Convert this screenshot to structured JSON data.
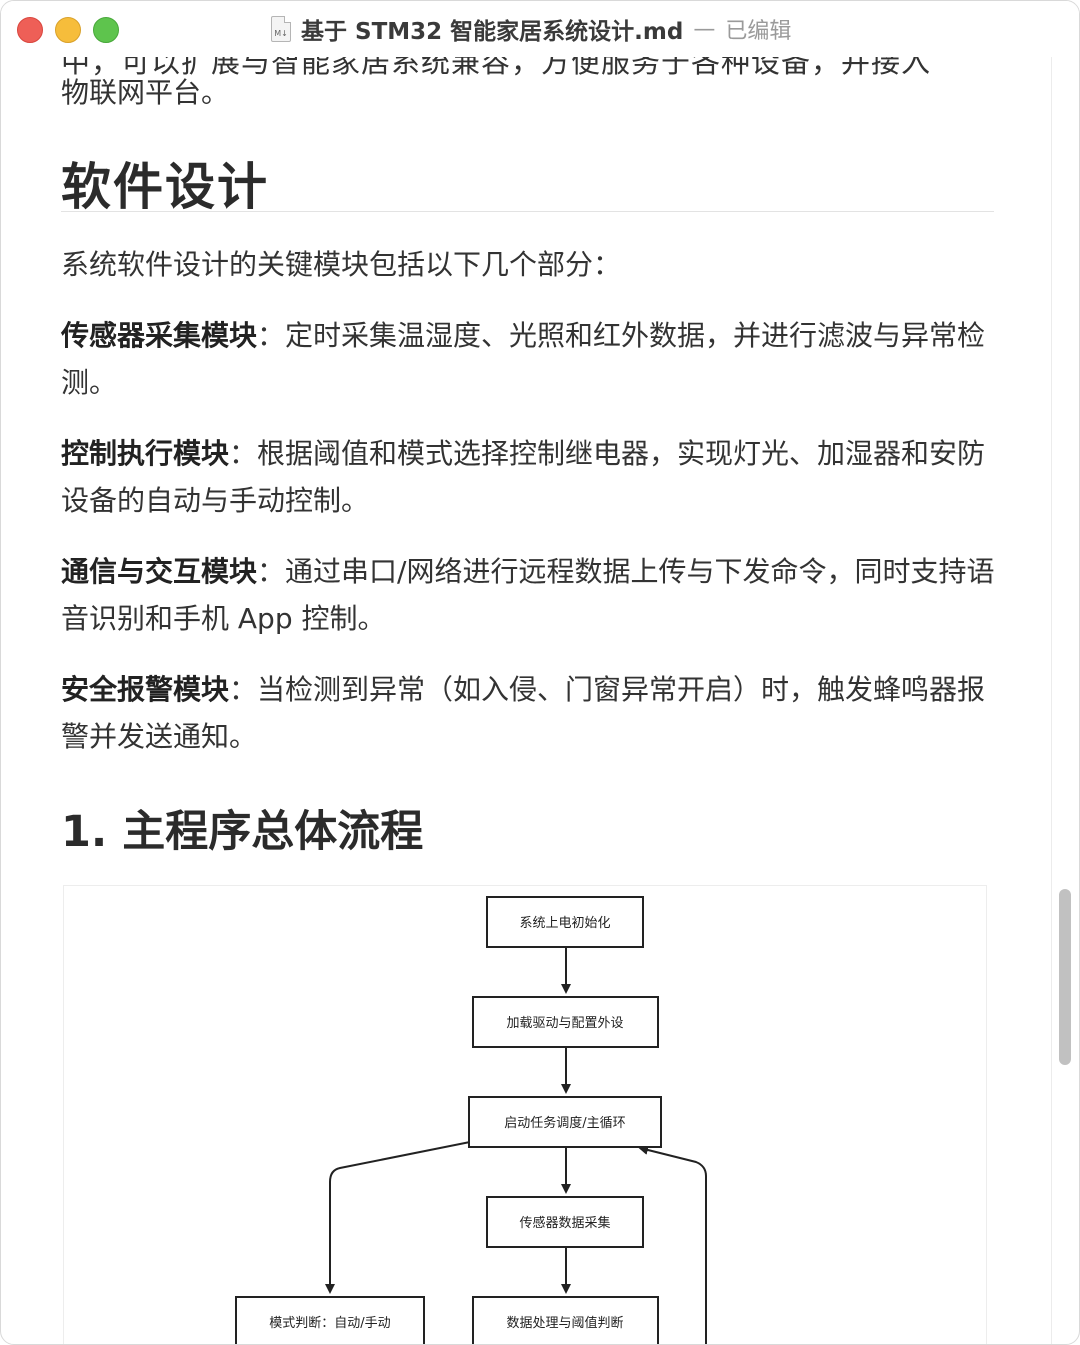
{
  "window": {
    "file_title": "基于 STM32 智能家居系统设计.md",
    "separator": "—",
    "status": "已编辑",
    "file_icon_label": "M↓"
  },
  "doc": {
    "cut_line": "中，可以扩展与智能家居系统兼容，方便服务于各种设备，并接入",
    "intro_tail": "物联网平台。",
    "heading_software": "软件设计",
    "software_intro": "系统软件设计的关键模块包括以下几个部分：",
    "modules": [
      {
        "name": "传感器采集模块",
        "colon": "：",
        "desc": "定时采集温湿度、光照和红外数据，并进行滤波与异常检测。"
      },
      {
        "name": "控制执行模块",
        "colon": "：",
        "desc": "根据阈值和模式选择控制继电器，实现灯光、加湿器和安防设备的自动与手动控制。"
      },
      {
        "name": "通信与交互模块",
        "colon": "：",
        "desc": "通过串口/网络进行远程数据上传与下发命令，同时支持语音识别和手机 App 控制。"
      },
      {
        "name": "安全报警模块",
        "colon": "：",
        "desc": "当检测到异常（如入侵、门窗异常开启）时，触发蜂鸣器报警并发送通知。"
      }
    ],
    "heading_flow": "1. 主程序总体流程"
  },
  "flowchart": {
    "nodes": [
      {
        "id": "power_on",
        "label": "系统上电初始化"
      },
      {
        "id": "load_drivers",
        "label": "加载驱动与配置外设"
      },
      {
        "id": "scheduler",
        "label": "启动任务调度/主循环"
      },
      {
        "id": "sensor_collect",
        "label": "传感器数据采集"
      },
      {
        "id": "mode_judge",
        "label": "模式判断：自动/手动"
      },
      {
        "id": "data_process",
        "label": "数据处理与阈值判断"
      }
    ]
  },
  "colors": {
    "text": "#333333",
    "heading": "#2b2b2b",
    "close": "#ee5f57",
    "minimize": "#f6bd3b",
    "zoom": "#5ec44d",
    "node_border": "#222222"
  }
}
